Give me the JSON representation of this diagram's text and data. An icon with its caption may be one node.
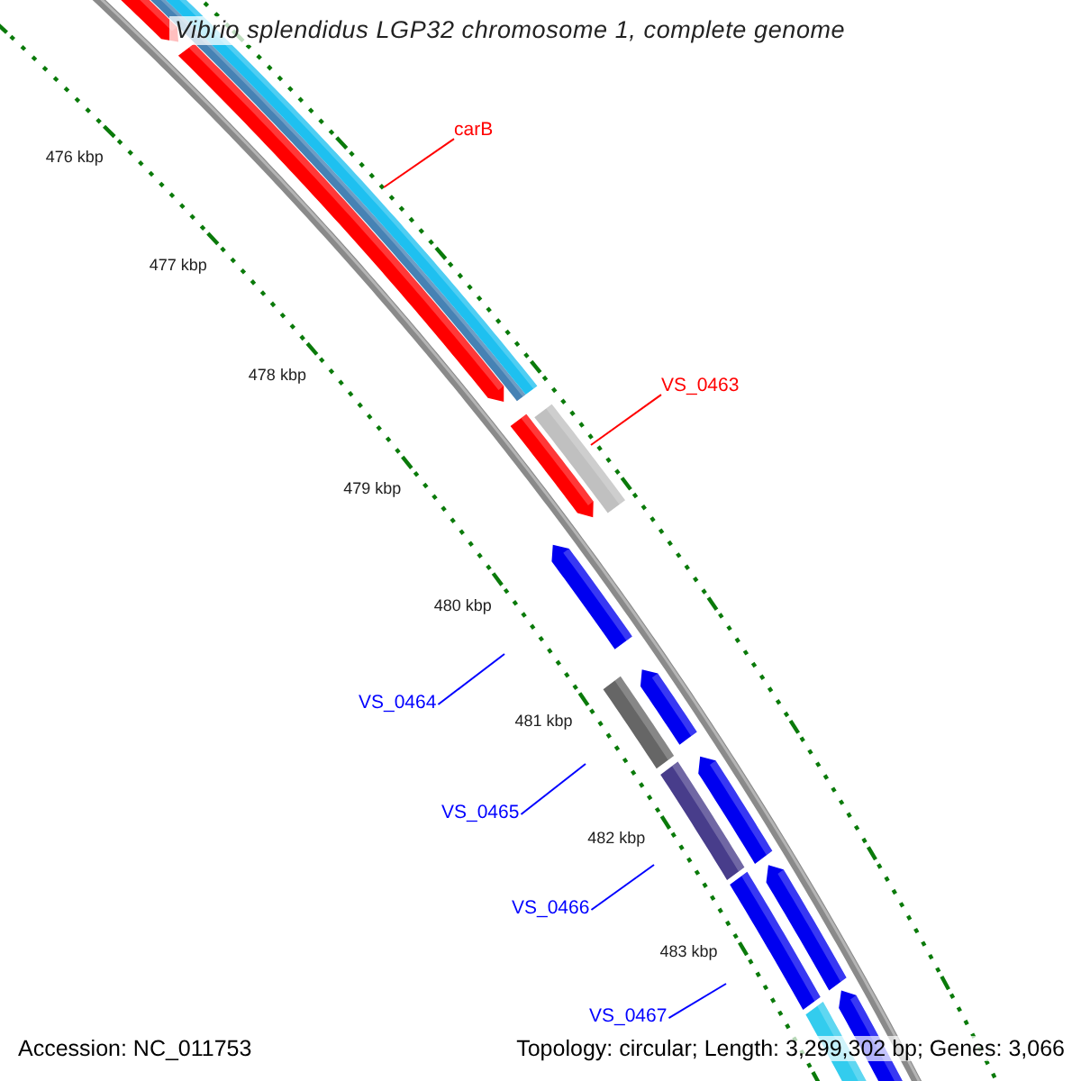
{
  "diagram": {
    "title": "Vibrio splendidus LGP32 chromosome 1, complete genome",
    "nodes": [
      {
        "text": [
          "carB"
        ]
      },
      {
        "text": [
          "VS_0463"
        ]
      },
      {
        "text": [
          "VS_0464"
        ]
      },
      {
        "text": [
          "VS_0465"
        ]
      },
      {
        "text": [
          "VS_0466"
        ]
      },
      {
        "text": [
          "VS_0467"
        ]
      }
    ],
    "edges": [
      {
        "from": 0,
        "to": null,
        "arrow": "none",
        "color": "#ff0000"
      },
      {
        "from": 1,
        "to": null,
        "arrow": "none",
        "color": "#ff0000"
      },
      {
        "from": 2,
        "to": null,
        "arrow": "none"
      },
      {
        "from": 3,
        "to": null,
        "arrow": "none"
      },
      {
        "from": 4,
        "to": null,
        "arrow": "none"
      },
      {
        "from": 5,
        "to": null,
        "arrow": "none"
      }
    ],
    "labels": [
      "476 kbp",
      "477 kbp",
      "478 kbp",
      "479 kbp",
      "480 kbp",
      "481 kbp",
      "482 kbp",
      "483 kbp",
      "Accession: NC_011753",
      "Topology: circular; Length: 3,299,302 bp; Genes: 3,066"
    ]
  }
}
